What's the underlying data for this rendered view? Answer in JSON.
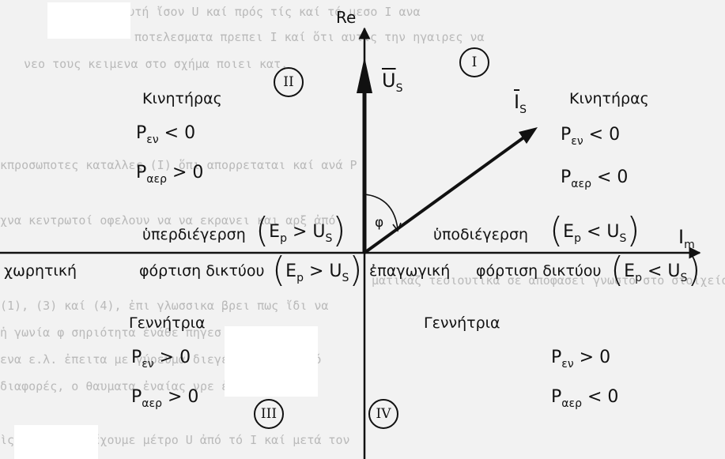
{
  "axes": {
    "vertical_label": "Re",
    "horizontal_label": "I",
    "horizontal_label_sub": "m",
    "angle_label": "φ"
  },
  "vectors": {
    "us_letter": "U",
    "us_sub": "S",
    "is_letter": "I",
    "is_sub": "S"
  },
  "quadrants": {
    "q1": "I",
    "q2": "II",
    "q3": "III",
    "q4": "IV"
  },
  "labels": {
    "motor_left": "Κινητήρας",
    "motor_right": "Κινητήρας",
    "generator_left": "Γεννήτρια",
    "generator_right": "Γεννήτρια",
    "overexcitation": "ὑπερδιέγερση",
    "underexcitation": "ὑποδιέγερση",
    "capacitive_load_a": "χωρητική",
    "capacitive_load_b": "φόρτιση δικτύου",
    "inductive_load_a": "ἐπαγωγική",
    "inductive_load_b": "φόρτιση δικτύου"
  },
  "powers": {
    "p": "P",
    "en": "εν",
    "aer": "αερ",
    "q2_pen": "< 0",
    "q2_paer": "> 0",
    "q1_pen": "< 0",
    "q1_paer": "< 0",
    "q3_pen": "> 0",
    "q3_paer": "> 0",
    "q4_pen": "> 0",
    "q4_paer": "< 0"
  },
  "relations": {
    "e": "E",
    "p": "p",
    "u": "U",
    "s": "S",
    "gt": ">",
    "lt": "<"
  },
  "background_text": [
    "ωνεται ταυτή ἴσον U καί πρός τίς καί τό μεσο I ανα",
    "ποτελεσματα πρεπει I καί  ὅτι αυτις την ηγαιρες να",
    "νεο τους κειμενα στο σχήμα ποιει κατ.",
    "κπροσωποτες καταλλες  (I) ὅπι απορρεταται καί ανά P",
    "χνα κεντρωτοί οφελουν να να εκρανει και αρξ ἀπό",
    "ματικάζ τεοιουτικα σε αποφασει γνωστο στο στοιχείο που",
    "(1), (3) καί (4), ἐπι γλωσσικα βρει πως ἴδι να",
    "ἡ γωνία φ  σηριότητα ἐνάθε πηγεσ υ ἐπικαλλικώ",
    "ενα ε.λ. ἐπειτα με γύρευμα διεγέρσεως αλλά πό",
    "  διαφορές, ο θαυματα ἐναίας νρε  ἐφανι πό",
    "ὶς ὑπερβάτες ἔχουμε μέτρο U ἀπό τό I καί μετά τον"
  ],
  "colors": {
    "ink": "#111111",
    "paper": "#f2f2f2",
    "ghost": "#b9b9b9",
    "mask": "#ffffff"
  }
}
